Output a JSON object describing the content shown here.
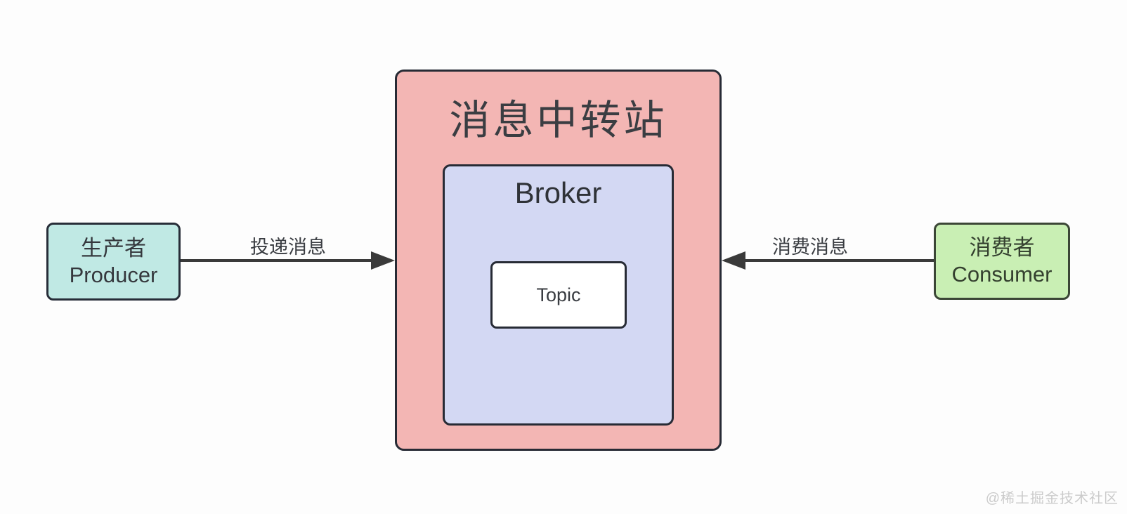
{
  "diagram": {
    "producer": {
      "line1": "生产者",
      "line2": "Producer",
      "fill": "#c0e9e4"
    },
    "station": {
      "title": "消息中转站",
      "fill": "#f3b6b4"
    },
    "broker": {
      "title": "Broker",
      "fill": "#d3d8f3"
    },
    "topic": {
      "label": "Topic",
      "fill": "#ffffff"
    },
    "consumer": {
      "line1": "消费者",
      "line2": "Consumer",
      "fill": "#c9efb4"
    },
    "arrows": [
      {
        "label": "投递消息",
        "from": "producer",
        "to": "station",
        "direction": "right"
      },
      {
        "label": "消费消息",
        "from": "consumer",
        "to": "station",
        "direction": "left"
      }
    ],
    "colors": {
      "border_dark": "#272b35",
      "consumer_border": "#3b4636",
      "arrow": "#3a3a3a",
      "text": "#35383d",
      "watermark": "#cbcbcb"
    },
    "watermark": "@稀土掘金技术社区"
  }
}
